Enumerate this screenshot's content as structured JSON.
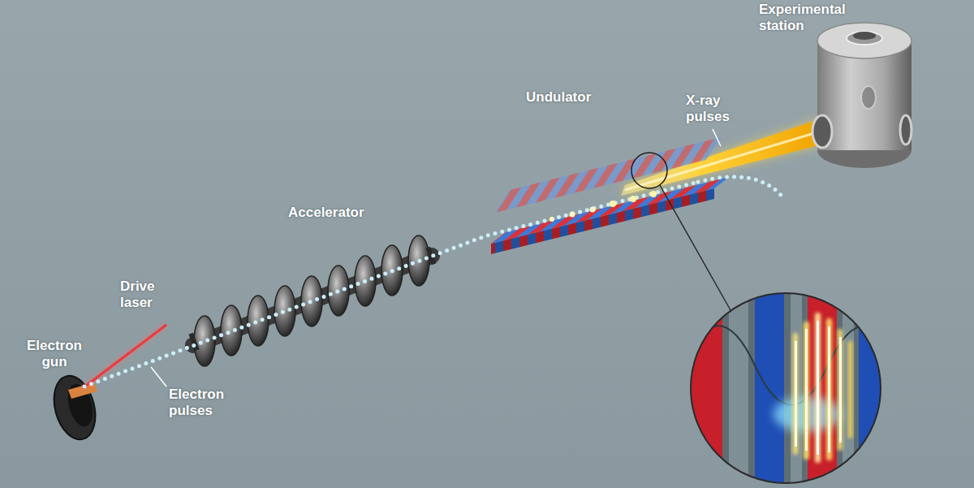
{
  "diagram": {
    "labels": [
      "Experimental station",
      "X-ray pulses",
      "Undulator",
      "Accelerator",
      "Drive laser",
      "Electron gun",
      "Electron pulses"
    ]
  }
}
